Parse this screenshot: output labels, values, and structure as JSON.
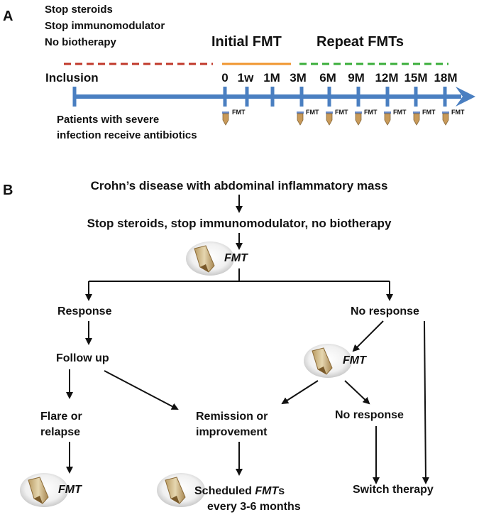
{
  "panel_a": {
    "letter": "A",
    "stop_list": [
      "Stop steroids",
      "Stop immunomodulator",
      "No biotherapy"
    ],
    "initial_fmt": "Initial FMT",
    "repeat_fmts": "Repeat FMTs",
    "inclusion": "Inclusion",
    "timepoints": [
      "0",
      "1w",
      "1M",
      "3M",
      "6M",
      "9M",
      "12M",
      "15M",
      "18M"
    ],
    "fmt_tube_label": "FMT",
    "antibiotics_note": [
      "Patients with severe",
      "infection receive antibiotics"
    ],
    "colors": {
      "timeline": "#4a7fc1",
      "red_dash": "#c0392b",
      "orange": "#f0962f",
      "green_dash": "#3aae3a"
    }
  },
  "panel_b": {
    "letter": "B",
    "top": "Crohn’s disease with abdominal inflammatory mass",
    "stop": "Stop steroids, stop immunomodulator, no biotherapy",
    "fmt": "FMT",
    "response": "Response",
    "no_response": "No response",
    "follow_up": "Follow up",
    "flare": [
      "Flare or",
      "relapse"
    ],
    "remission": [
      "Remission or",
      "improvement"
    ],
    "no_response_2": "No response",
    "scheduled_prefix": "Scheduled ",
    "scheduled_fmts": "FMT",
    "scheduled_suffix": "s",
    "scheduled_line2": "every 3-6 months",
    "switch": "Switch therapy"
  }
}
